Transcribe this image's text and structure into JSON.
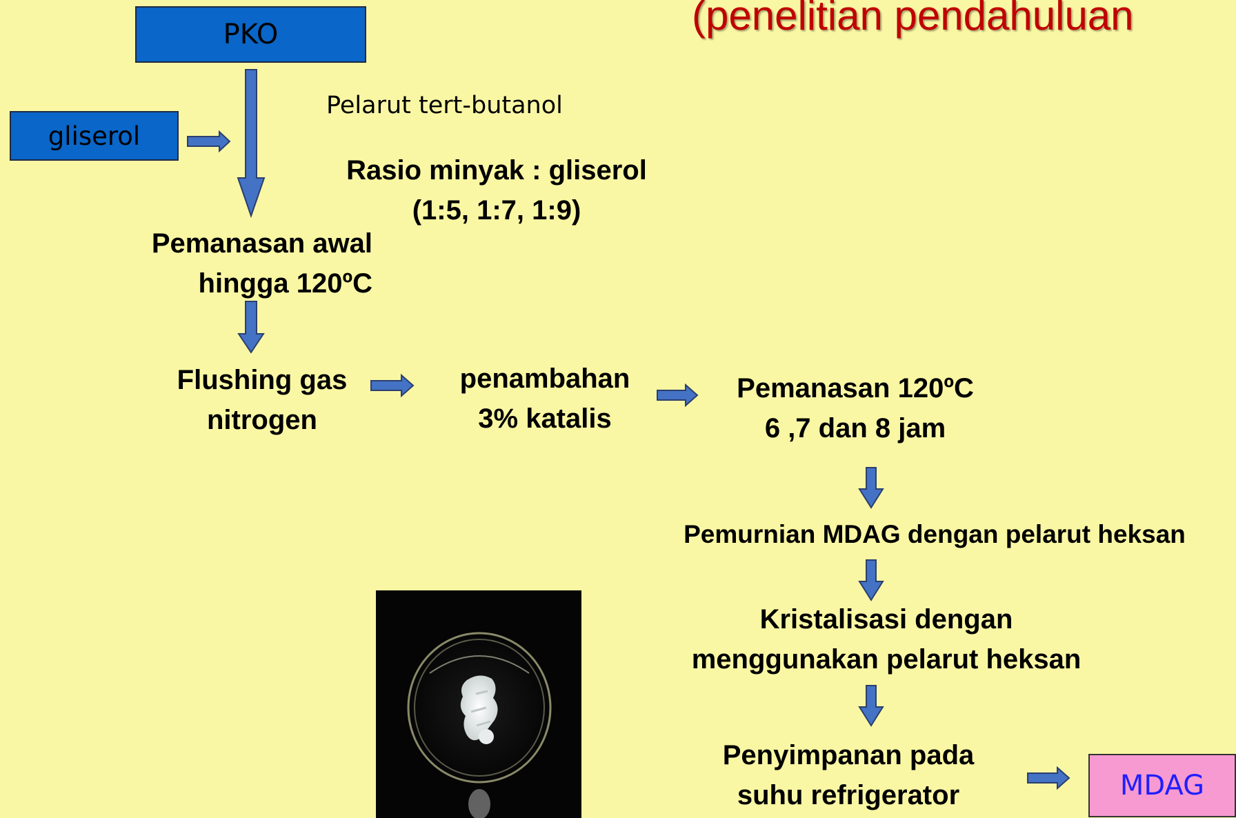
{
  "title": "(penelitian pendahuluan",
  "boxes": {
    "pko": "PKO",
    "gliserol": "gliserol",
    "mdag": "MDAG"
  },
  "notes": {
    "solvent": "Pelarut tert-butanol"
  },
  "steps": {
    "ratio": "Rasio minyak : gliserol\n(1:5, 1:7, 1:9)",
    "preheat": "Pemanasan awal\nhingga 120ºC",
    "flushing": "Flushing gas\nnitrogen",
    "catalyst": "penambahan\n3% katalis",
    "heating": "Pemanasan 120ºC\n6 ,7 dan 8 jam",
    "purification": "Pemurnian MDAG dengan pelarut heksan",
    "crystallization": "Kristalisasi dengan\nmenggunakan pelarut heksan",
    "storage": "Penyimpanan pada\nsuhu refrigerator"
  },
  "colors": {
    "background": "#faf7a4",
    "title": "#c00000",
    "blue_box": "#0a66c8",
    "arrow": "#4472c4",
    "mdag_box": "#f79ad1"
  }
}
